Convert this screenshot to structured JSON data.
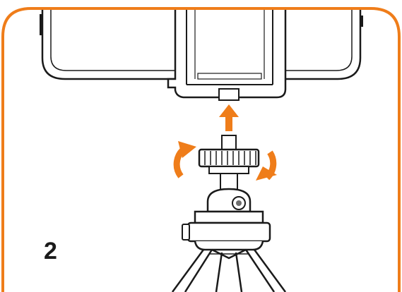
{
  "step": {
    "number": "2"
  },
  "icons": {
    "frame": "rounded-frame",
    "device": "tablet-device",
    "clamp": "phone-clamp-mount",
    "arrow_up": "arrow-up-icon",
    "rotate_left": "rotate-left-arrow-icon",
    "rotate_right": "rotate-right-arrow-icon",
    "knob": "tightening-knob",
    "ball_head": "ball-head",
    "tripod": "tripod-legs"
  },
  "colors": {
    "accent": "#ef7d1a",
    "line": "#1a1a1a",
    "fill": "#ffffff",
    "shade": "#6d6d6d"
  }
}
